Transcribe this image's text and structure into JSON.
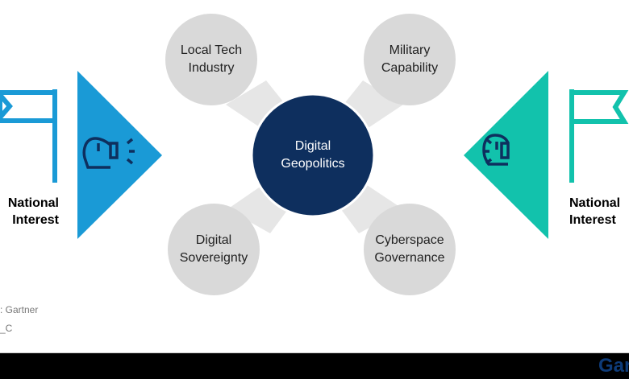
{
  "center": {
    "label_line1": "Digital",
    "label_line2": "Geopolitics"
  },
  "nodes": [
    {
      "line1": "Local Tech",
      "line2": "Industry"
    },
    {
      "line1": "Military",
      "line2": "Capability"
    },
    {
      "line1": "Digital",
      "line2": "Sovereignty"
    },
    {
      "line1": "Cyberspace",
      "line2": "Governance"
    }
  ],
  "left": {
    "line1": "National",
    "line2": "Interest",
    "color": "#1a9ad6",
    "icons": [
      "flag-icon",
      "boxing-glove-icon"
    ]
  },
  "right": {
    "line1": "National",
    "line2": "Interest",
    "color": "#12c2ac",
    "icons": [
      "flag-icon",
      "boxing-glove-icon"
    ]
  },
  "footer": {
    "source": ": Gartner",
    "id": "_C"
  },
  "logo": "Gar",
  "colors": {
    "center": "#0e2f5e",
    "node": "#d9d9d9",
    "connector": "#e8e8e8"
  }
}
